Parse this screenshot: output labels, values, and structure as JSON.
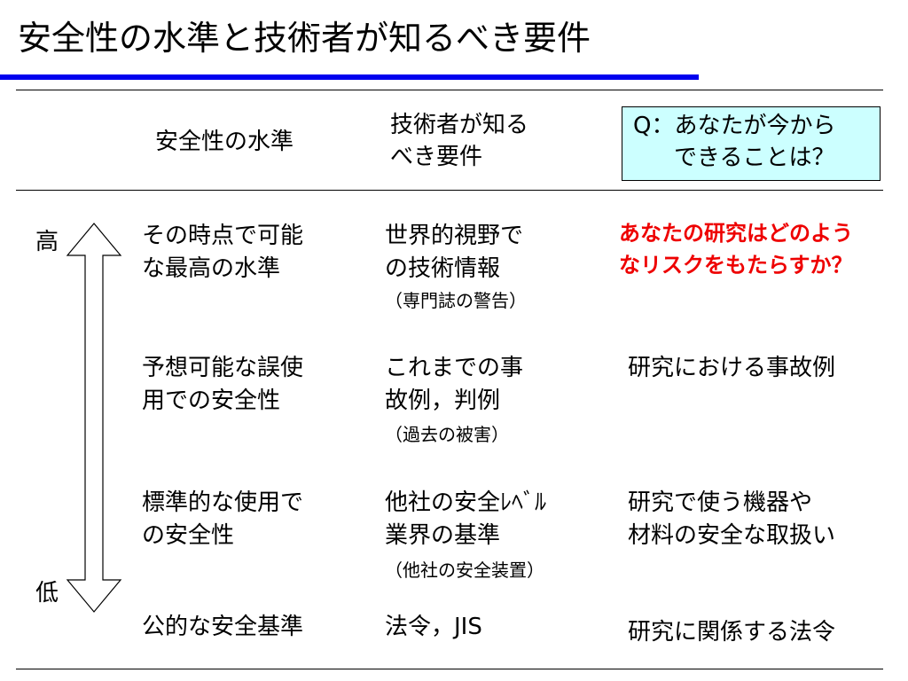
{
  "slide": {
    "title": "安全性の水準と技術者が知るべき要件"
  },
  "header": {
    "col1": "安全性の水準",
    "col2_line1": "技術者が知る",
    "col2_line2": "べき要件",
    "question_line1": "Q：あなたが今から",
    "question_line2": "できることは？"
  },
  "axis": {
    "high": "高",
    "low": "低"
  },
  "rows": [
    {
      "level_line1": "その時点で可能",
      "level_line2": "な最高の水準",
      "req_line1": "世界的視野で",
      "req_line2": "の技術情報",
      "req_note": "（専門誌の警告）",
      "answer_line1": "あなたの研究はどのよう",
      "answer_line2": "なリスクをもたらすか？"
    },
    {
      "level_line1": "予想可能な誤使",
      "level_line2": "用での安全性",
      "req_line1": "これまでの事",
      "req_line2": "故例，判例",
      "req_note": "（過去の被害）",
      "answer_line1": "研究における事故例",
      "answer_line2": ""
    },
    {
      "level_line1": "標準的な使用で",
      "level_line2": "の安全性",
      "req_line1": "他社の安全ﾚﾍﾞﾙ",
      "req_line2": "業界の基準",
      "req_note": "（他社の安全装置）",
      "answer_line1": "研究で使う機器や",
      "answer_line2": "材料の安全な取扱い"
    },
    {
      "level_line1": "公的な安全基準",
      "level_line2": "",
      "req_line1": "法令，JIS",
      "req_line2": "",
      "req_note": "",
      "answer_line1": "研究に関係する法令",
      "answer_line2": ""
    }
  ],
  "colors": {
    "title_rule": "#0000ee",
    "question_box": "#ccffff",
    "emphasis": "#ee0000"
  }
}
